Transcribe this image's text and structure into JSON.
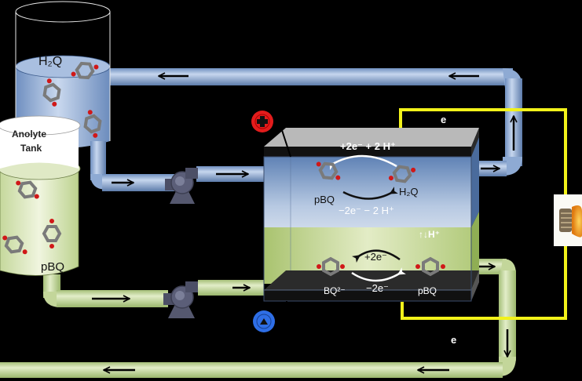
{
  "title": "Redox flow battery schematic",
  "catholyte_tank": {
    "label": "H₂Q",
    "species": "H2Q"
  },
  "anolyte_tank": {
    "title_line1": "Anolyte",
    "title_line2": "Tank",
    "label": "pBQ"
  },
  "cell": {
    "top_reaction_forward": "+2e⁻ + 2 H⁺",
    "top_reaction_reverse": "−2e⁻ − 2 H⁺",
    "top_left_species": "pBQ",
    "top_right_species": "H₂Q",
    "membrane_label": "↑↓H⁺",
    "bottom_reaction_forward": "+2e⁻",
    "bottom_reaction_reverse": "−2e⁻",
    "bottom_left_species": "BQ²⁻",
    "bottom_right_species": "pBQ"
  },
  "electrodes": {
    "positive_icon": "plus-terminal-icon",
    "negative_icon": "minus-terminal-icon"
  },
  "circuit": {
    "electron_label_top": "e",
    "electron_label_bottom": "e",
    "load_icon": "light-bulb-icon"
  },
  "colors": {
    "catholyte": "#9db7d8",
    "anolyte": "#c9dba6",
    "wire": "#f2f21a",
    "positive": "#e21c1c",
    "negative": "#2e6ee6",
    "electrode": "#2a2a2a",
    "pump": "#4f5268"
  }
}
